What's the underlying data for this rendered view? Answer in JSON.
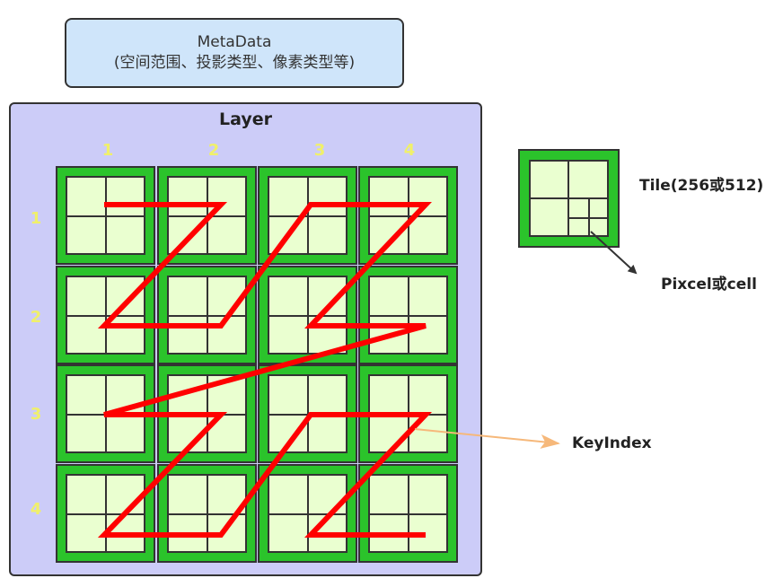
{
  "metadata": {
    "title": "MetaData",
    "subtitle": "(空间范围、投影类型、像素类型等)"
  },
  "layer": {
    "title": "Layer",
    "column_labels": [
      "1",
      "2",
      "3",
      "4"
    ],
    "row_labels": [
      "1",
      "2",
      "3",
      "4"
    ]
  },
  "legend": {
    "tile_label": "Tile(256或512)",
    "cell_label": "Pixcel或cell",
    "key_index_label": "KeyIndex"
  },
  "colors": {
    "tile_green": "#2bc32b",
    "cell_fill": "#eaffd0",
    "layer_fill": "#ccccf8",
    "metadata_fill": "#cfe5fa",
    "curve_red": "#ff0000",
    "key_arrow": "#f6b87a",
    "axis_label_yellow": "#f0f06a"
  }
}
